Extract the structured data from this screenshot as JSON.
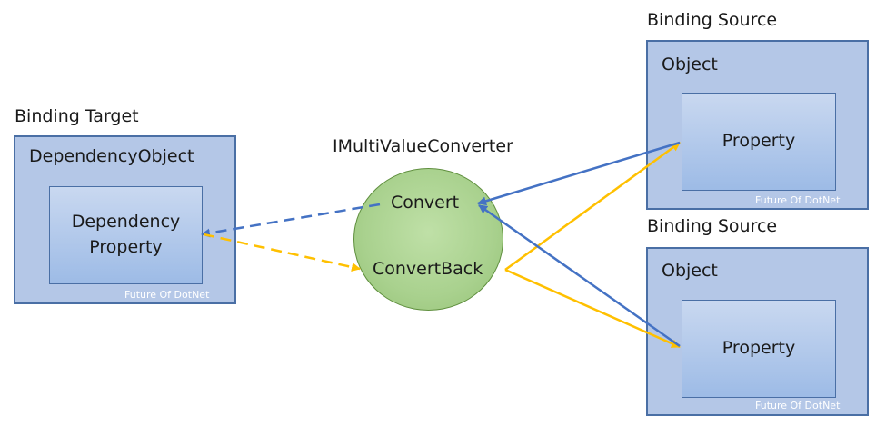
{
  "target": {
    "heading": "Binding Target",
    "object": "DependencyObject",
    "property_line1": "Dependency",
    "property_line2": "Property",
    "watermark": "Future Of DotNet"
  },
  "converter": {
    "heading": "IMultiValueConverter",
    "convert": "Convert",
    "convert_back": "ConvertBack"
  },
  "sources": [
    {
      "heading": "Binding Source",
      "object": "Object",
      "property": "Property",
      "watermark": "Future Of DotNet"
    },
    {
      "heading": "Binding Source",
      "object": "Object",
      "property": "Property",
      "watermark": "Future Of DotNet"
    }
  ],
  "colors": {
    "blue_arrow": "#4472c4",
    "orange_arrow": "#ffc000",
    "circle_fill": "#a9d18e",
    "box_fill": "#b4c7e7"
  }
}
